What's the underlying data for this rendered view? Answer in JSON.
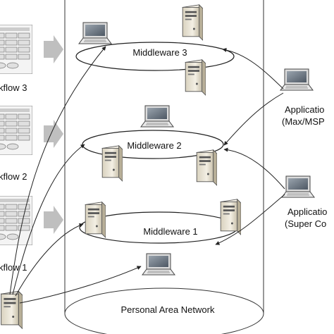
{
  "middleware": [
    {
      "label": "Middleware 3"
    },
    {
      "label": "Middleware 2"
    },
    {
      "label": "Middleware 1"
    }
  ],
  "workflows": [
    {
      "label": "kflow 3"
    },
    {
      "label": "kflow 2"
    },
    {
      "label": "kflow 1"
    }
  ],
  "applications": [
    {
      "line1": "Applicatio",
      "line2": "(Max/MSP"
    },
    {
      "line1": "Applicatio",
      "line2": "(Super Co"
    }
  ],
  "network": {
    "label": "Personal Area Network"
  },
  "colors": {
    "line": "#222222",
    "arrow": "#bfbfbf",
    "server_body": "#e9e4d6",
    "screen": "#6f7a86"
  }
}
